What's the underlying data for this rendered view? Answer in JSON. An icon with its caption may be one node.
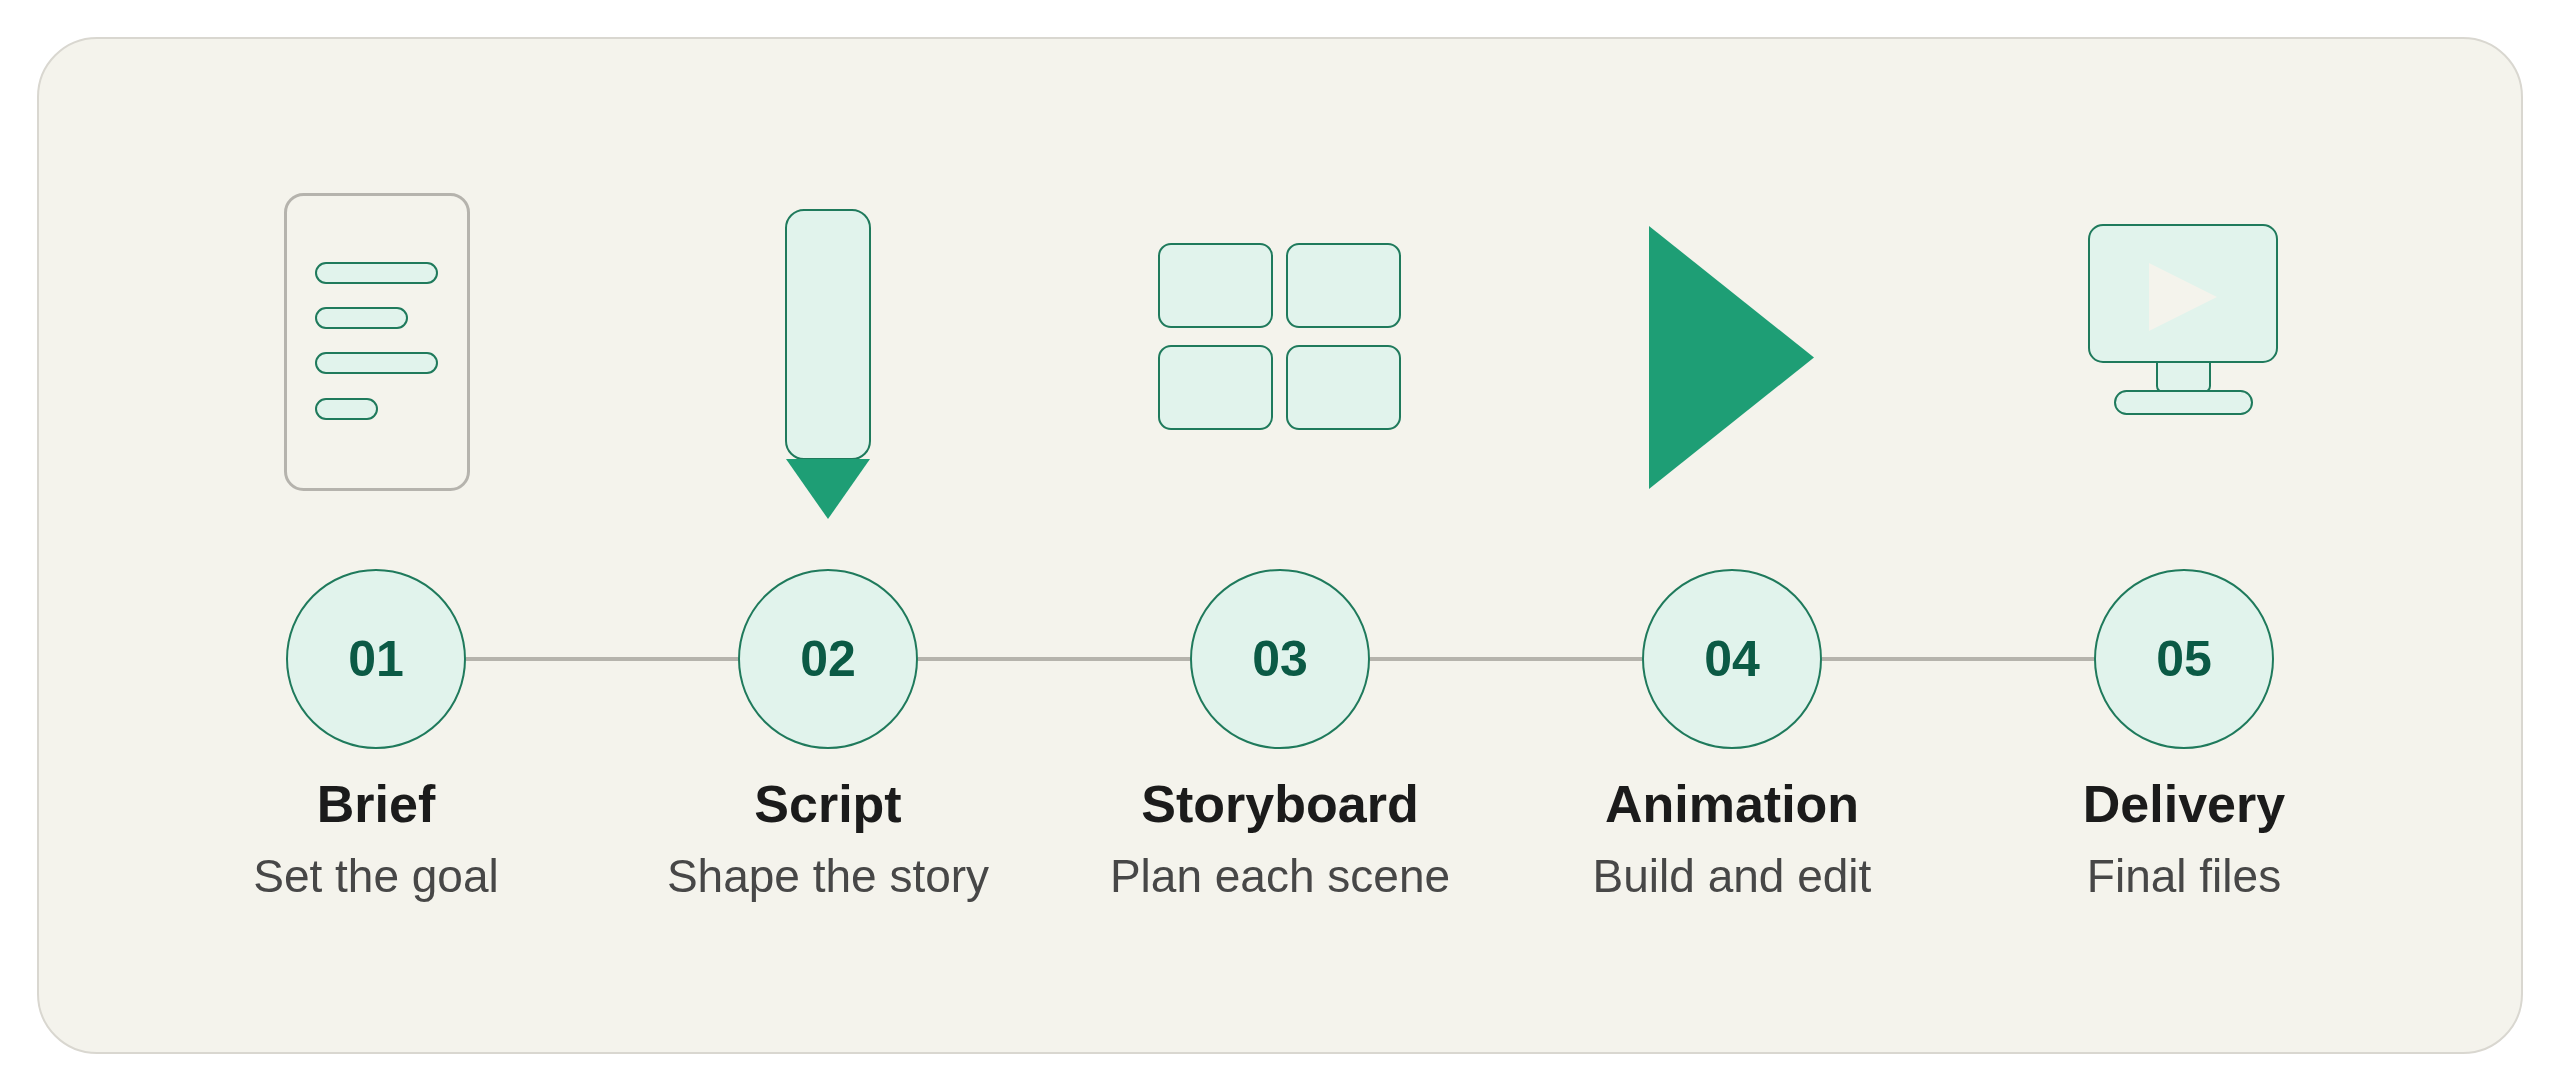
{
  "diagram": {
    "nodes": [
      {
        "text": [
          "01"
        ],
        "beside": [
          "Brief",
          "Set the goal"
        ]
      },
      {
        "text": [
          "02"
        ],
        "beside": [
          "Script",
          "Shape the story"
        ]
      },
      {
        "text": [
          "03"
        ],
        "beside": [
          "Storyboard",
          "Plan each scene"
        ]
      },
      {
        "text": [
          "04"
        ],
        "beside": [
          "Animation",
          "Build and edit"
        ]
      },
      {
        "text": [
          "05"
        ],
        "beside": [
          "Delivery",
          "Final files"
        ]
      }
    ],
    "edges": [
      {
        "from": 0,
        "to": 1,
        "arrow": "none"
      },
      {
        "from": 1,
        "to": 2,
        "arrow": "none"
      },
      {
        "from": 2,
        "to": 3,
        "arrow": "none"
      },
      {
        "from": 3,
        "to": 4,
        "arrow": "none"
      }
    ]
  }
}
